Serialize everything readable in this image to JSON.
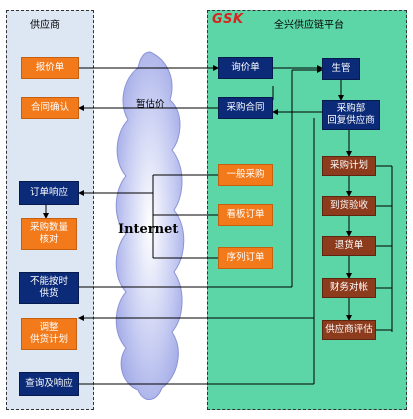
{
  "supplier": {
    "title": "供应商",
    "quote_sheet": "报价单",
    "contract_confirm": "合同确认",
    "order_response": "订单响应",
    "qty_check": "采购数量\n核对",
    "cannot_deliver": "不能按时\n供货",
    "adjust_plan": "调整\n供货计划",
    "query_response": "查询及响应"
  },
  "middle": {
    "internet": "Internet",
    "tentative_price": "暂估价"
  },
  "platform": {
    "logo": "GSK",
    "title": "全兴供应链平台",
    "inquiry_sheet": "询价单",
    "purchase_contract": "采购合同",
    "general_purchase": "一般采购",
    "kanban_order": "看板订单",
    "sequence_order": "序列订单",
    "production_mgmt": "生管",
    "purchasing_reply": "采购部\n回复供应商",
    "purchase_plan": "采购计划",
    "arrival_acceptance": "到货验收",
    "return_sheet": "退货单",
    "financial_reconcile": "财务对帐",
    "supplier_eval": "供应商评估"
  },
  "colors": {
    "supplier_panel": "#dde6f3",
    "platform_panel": "#5cd6a7",
    "orange_box": "#f27a1b",
    "navy_box": "#0b2a78",
    "brown_box": "#8c3b1c",
    "logo_red": "#d8231e"
  }
}
